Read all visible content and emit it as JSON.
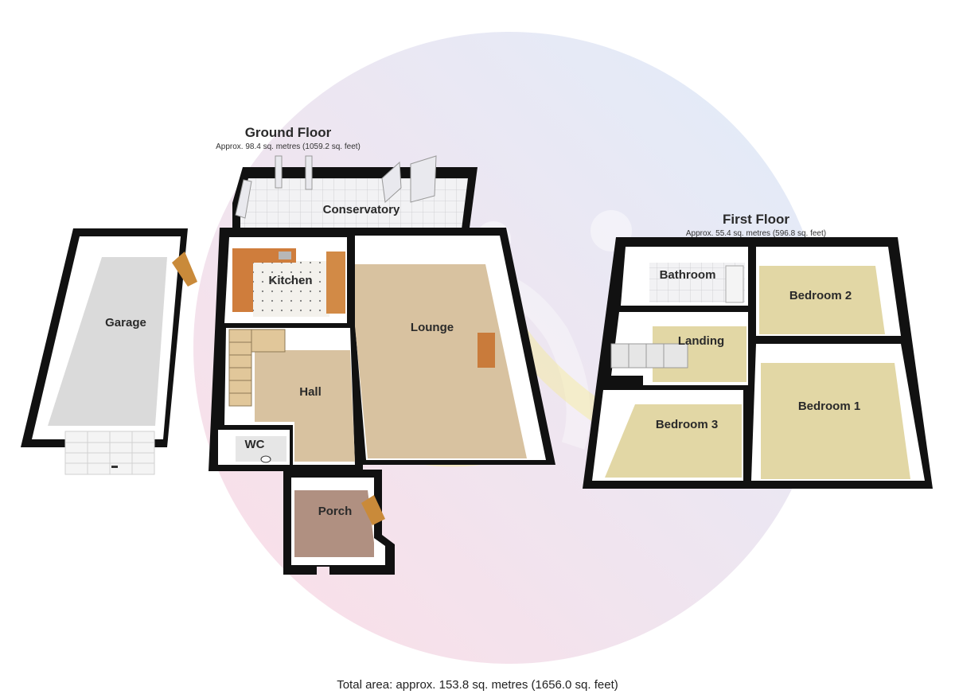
{
  "ground_floor": {
    "title": "Ground Floor",
    "area": "Approx. 98.4 sq. metres (1059.2 sq. feet)",
    "rooms": {
      "garage": "Garage",
      "conservatory": "Conservatory",
      "kitchen": "Kitchen",
      "lounge": "Lounge",
      "hall": "Hall",
      "wc": "WC",
      "porch": "Porch"
    }
  },
  "first_floor": {
    "title": "First Floor",
    "area": "Approx. 55.4 sq. metres (596.8 sq. feet)",
    "rooms": {
      "bathroom": "Bathroom",
      "bedroom2": "Bedroom 2",
      "landing": "Landing",
      "bedroom3": "Bedroom 3",
      "bedroom1": "Bedroom 1"
    }
  },
  "total_area": "Total area: approx. 153.8 sq. metres (1656.0 sq. feet)",
  "colors": {
    "wall": "#111111",
    "floor_beige": "#d9c3a2",
    "floor_yellow": "#e3d8a5",
    "floor_grey": "#d9d9d9",
    "tile": "#eeeeee",
    "watermark_pink": "#f7c9d9",
    "watermark_blue": "#cfe3f7"
  }
}
